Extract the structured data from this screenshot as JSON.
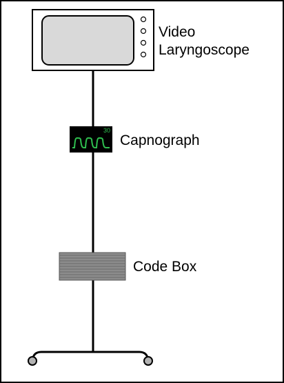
{
  "labels": {
    "video_line1": "Video",
    "video_line2": "Laryngoscope",
    "capnograph": "Capnograph",
    "code_box": "Code Box"
  },
  "capnograph_screen": {
    "reading": "30"
  },
  "colors": {
    "outline": "#000000",
    "monitor_screen": "#d9d9d9",
    "capnograph_body": "#000000",
    "capnograph_wave": "#2fbf4f",
    "code_box_fill": "#8c8c8c",
    "code_box_lines": "#5e5e5e",
    "caster_fill": "#b3b3b3"
  }
}
